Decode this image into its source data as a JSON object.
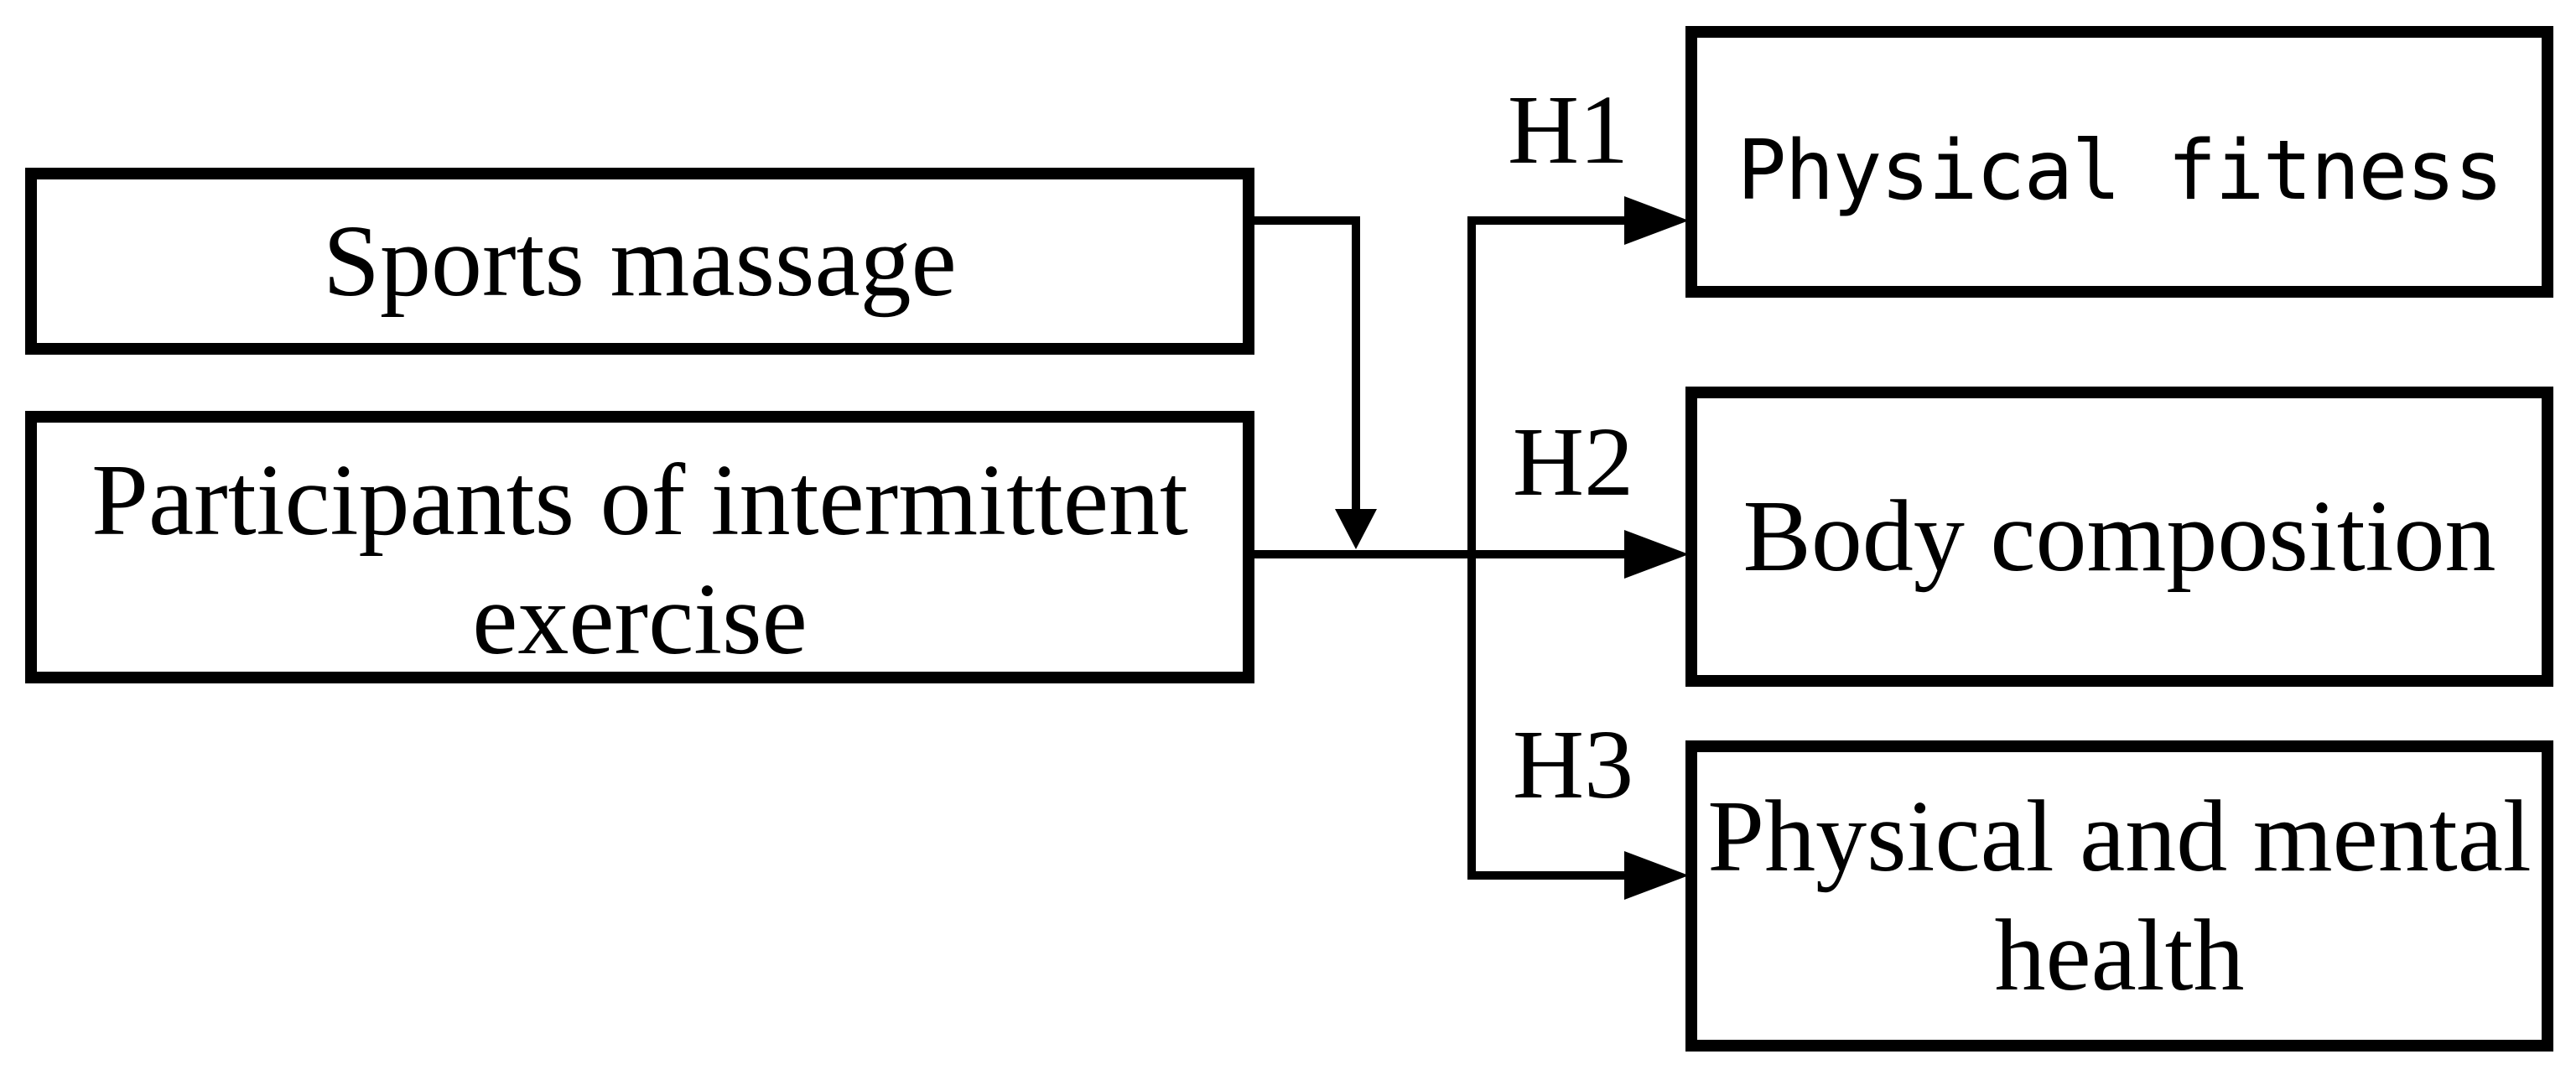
{
  "figure": {
    "background_color": "#ffffff",
    "line_color": "#000000",
    "left_boxes": [
      {
        "id": "sports-massage",
        "lines": [
          "Sports massage"
        ]
      },
      {
        "id": "participants-of-intermittent-exercise",
        "lines": [
          "Participants of intermittent",
          "exercise"
        ]
      }
    ],
    "right_boxes": [
      {
        "id": "physical-fitness",
        "lines": [
          "Physical fitness"
        ]
      },
      {
        "id": "body-composition",
        "lines": [
          "Body composition"
        ]
      },
      {
        "id": "physical-and-mental-health",
        "lines": [
          "Physical and mental",
          "health"
        ]
      }
    ],
    "hypotheses": [
      {
        "label": "H1",
        "target": "Physical fitness"
      },
      {
        "label": "H2",
        "target": "Body composition"
      },
      {
        "label": "H3",
        "target": "Physical and mental health"
      }
    ],
    "sources": [
      "Sports massage",
      "Participants of intermittent exercise"
    ]
  }
}
